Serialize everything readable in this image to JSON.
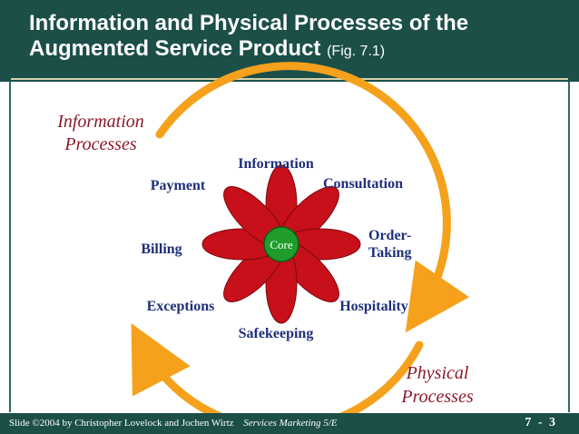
{
  "slide": {
    "title_main": "Information and Physical Processes of the Augmented Service Product",
    "title_figure": "(Fig. 7.1)",
    "footer_credit": "Slide ©2004  by Christopher Lovelock and Jochen Wirtz",
    "footer_course": "Services Marketing 5/E",
    "footer_page": "7 - 3"
  },
  "diagram": {
    "info_processes_line1": "Information",
    "info_processes_line2": "Processes",
    "physical_processes_line1": "Physical",
    "physical_processes_line2": "Processes",
    "core_label": "Core",
    "petals": {
      "information": "Information",
      "consultation": "Consultation",
      "order_taking_line1": "Order-",
      "order_taking_line2": "Taking",
      "hospitality": "Hospitality",
      "safekeeping": "Safekeeping",
      "exceptions": "Exceptions",
      "billing": "Billing",
      "payment": "Payment"
    },
    "colors": {
      "header": "#1b4f48",
      "arrow": "#f5a11c",
      "petal": "#c8101a",
      "core": "#1f9d2b",
      "label": "#1f2f7a",
      "process_label": "#8b1a2a"
    }
  }
}
